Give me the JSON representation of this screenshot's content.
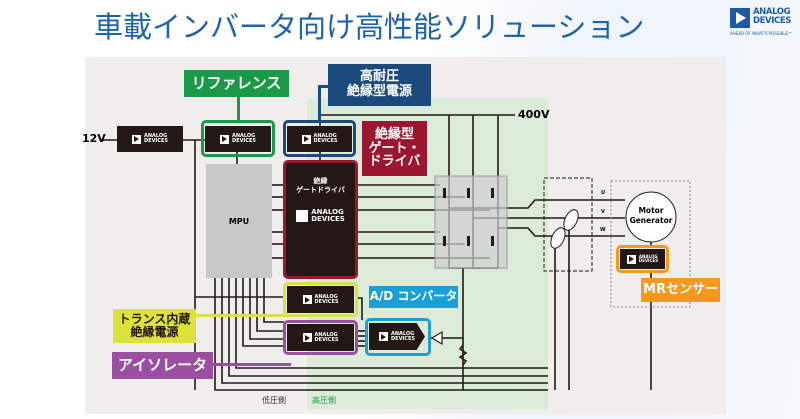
{
  "title": "車載インバータ向け高性能ソリューション",
  "logo": {
    "line1": "ANALOG",
    "line2": "DEVICES",
    "tagline": "AHEAD OF WHAT'S POSSIBLE™"
  },
  "chip_brand": {
    "line1": "ANALOG",
    "line2": "DEVICES"
  },
  "labels": {
    "v12": "12V",
    "v400": "400V",
    "mpu": "MPU",
    "gate_driver_inner_1": "絶縁",
    "gate_driver_inner_2": "ゲートドライバ",
    "reference": "リファレンス",
    "hv_power_1": "高耐圧",
    "hv_power_2": "絶縁型電源",
    "gate_driver_1": "絶縁型",
    "gate_driver_2": "ゲート・",
    "gate_driver_3": "ドライバ",
    "transformer_1": "トランス内蔵",
    "transformer_2": "絶縁電源",
    "isolator": "アイソレータ",
    "adc": "A/D コンバータ",
    "mr_sensor": "MRセンサー",
    "motor_1": "Motor",
    "motor_2": "Generator",
    "phase_u": "U",
    "phase_v": "V",
    "phase_w": "W",
    "low_side": "低圧側",
    "high_side": "高圧側"
  },
  "colors": {
    "title": "#1f63ad",
    "reference": "#1a9a48",
    "hv_power": "#1c4a7c",
    "gate_driver": "#9a1631",
    "transformer": "#dde23a",
    "isolator": "#9b4fa0",
    "adc": "#1aa0d6",
    "mr_sensor": "#f39a1e",
    "high_side_area": "#dcebd9"
  }
}
